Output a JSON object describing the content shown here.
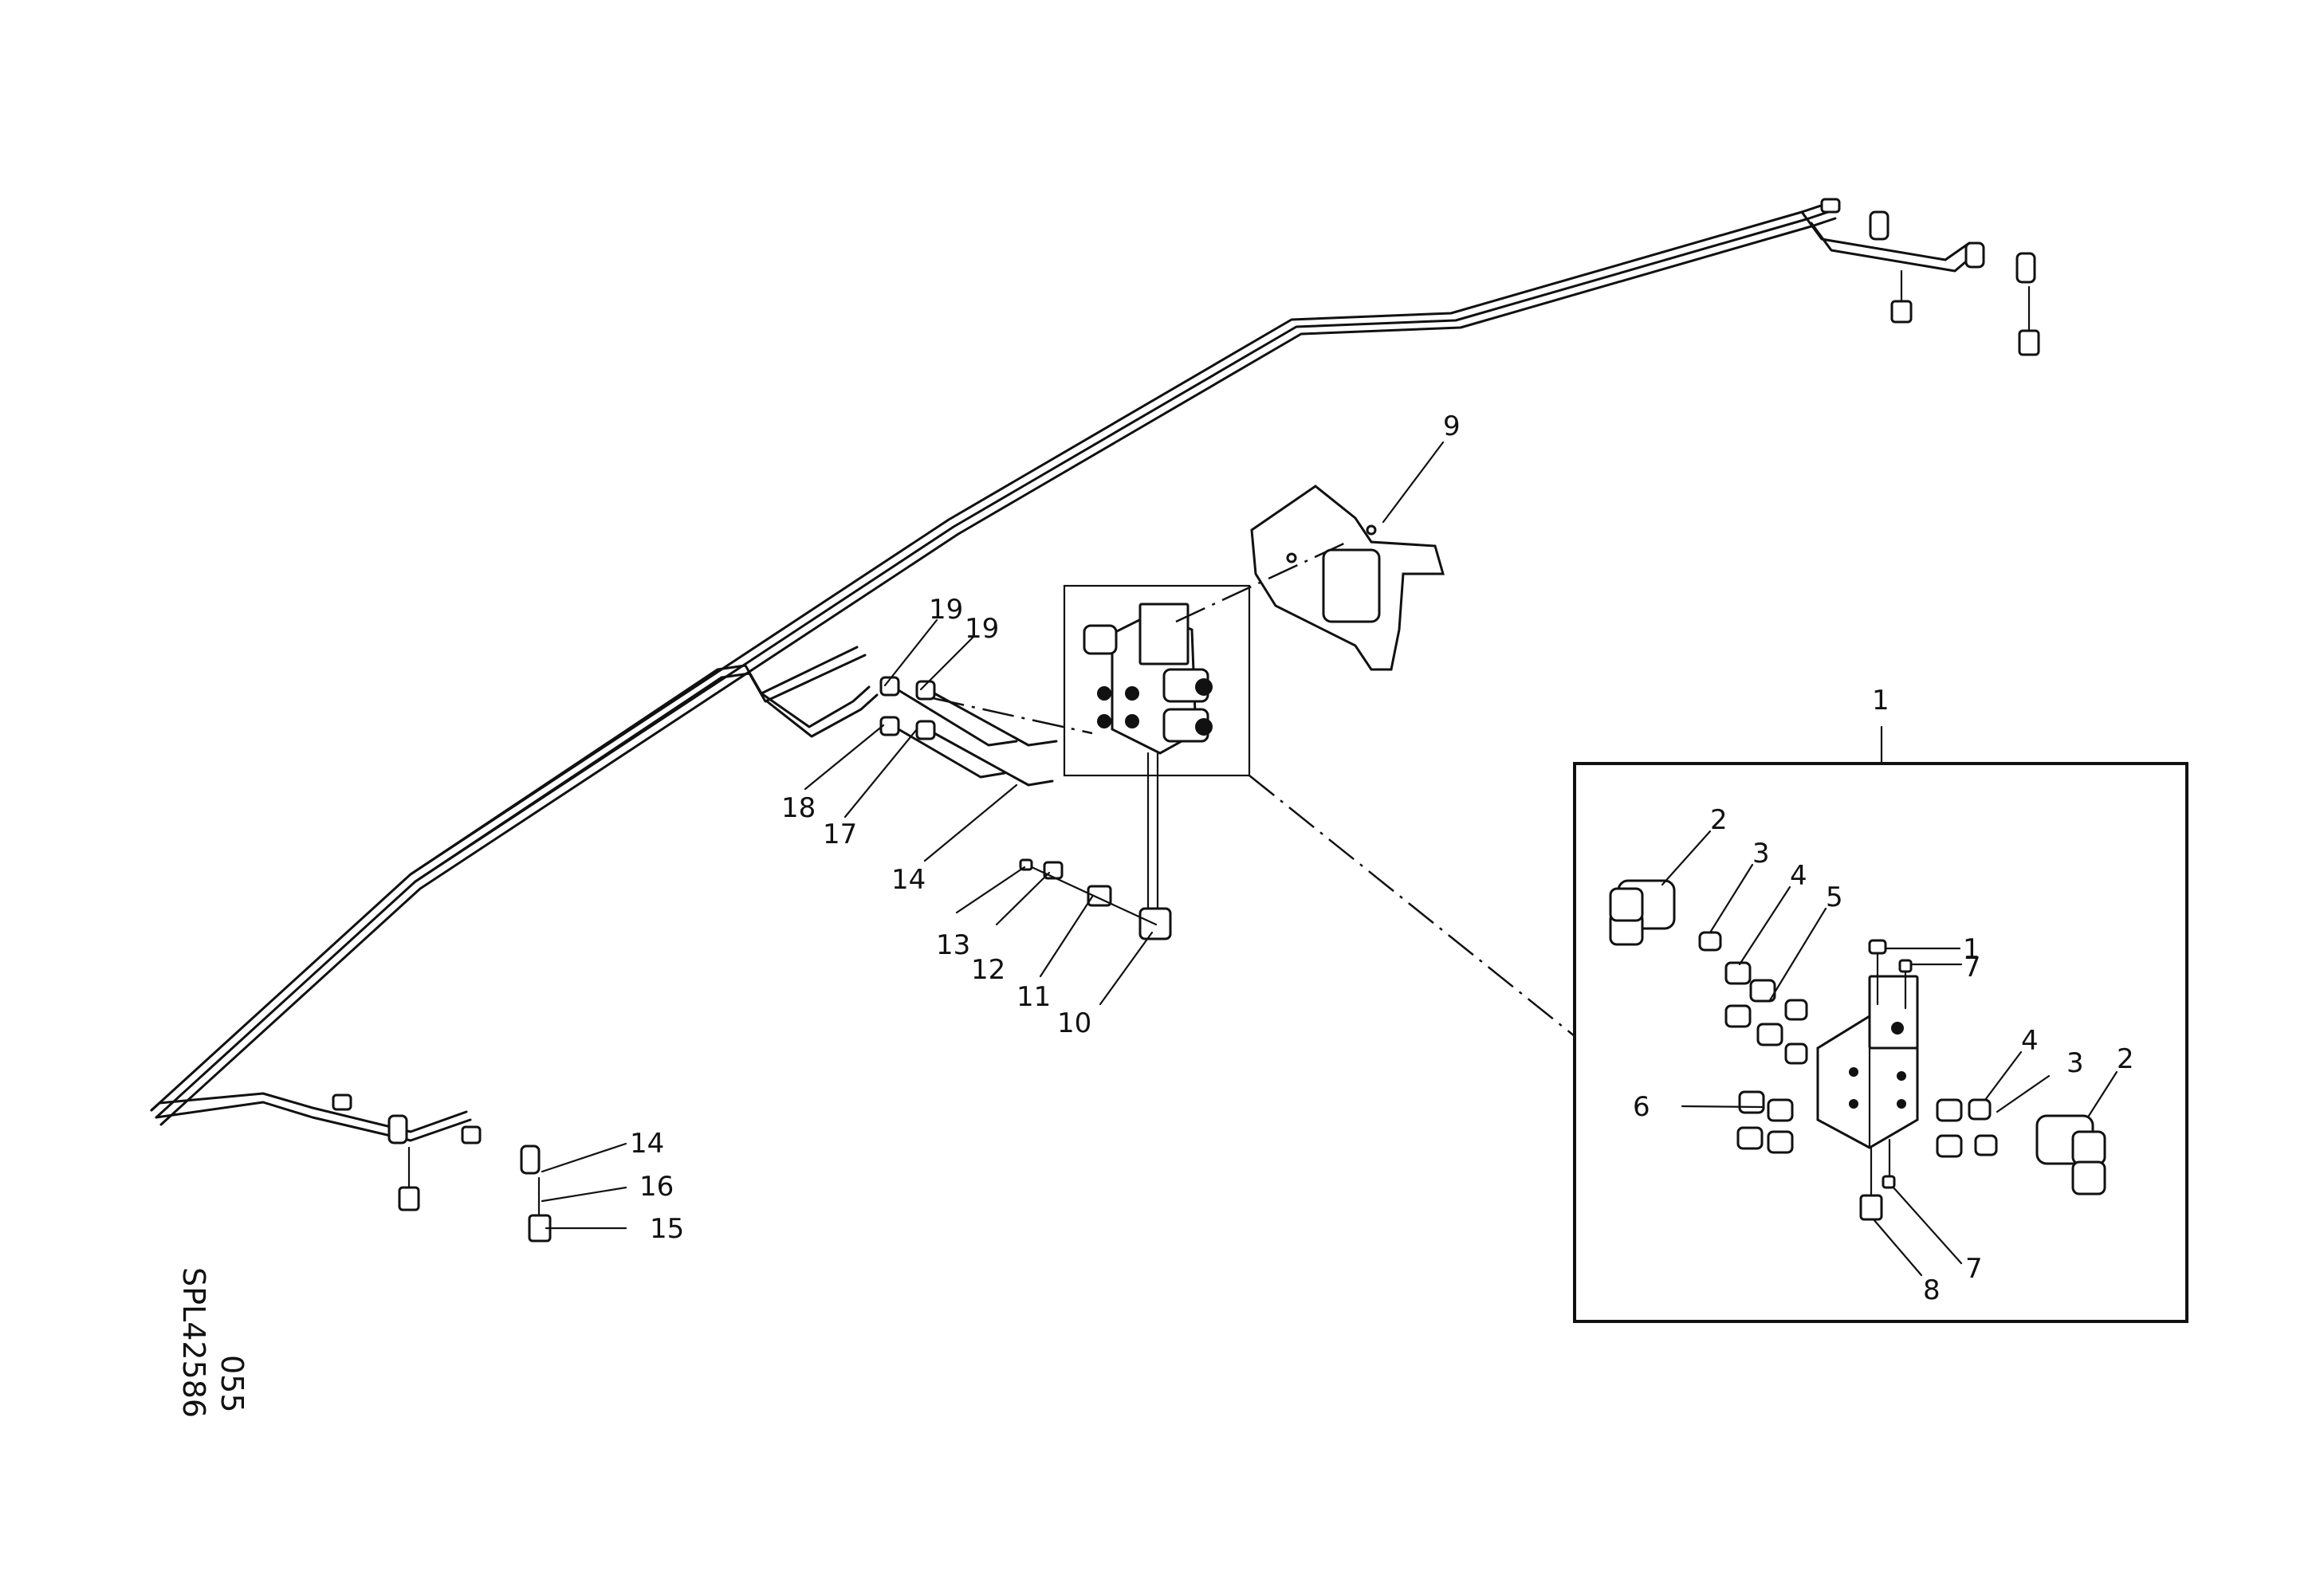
{
  "drawing_code": {
    "line1": "SPL42586",
    "line2": "055"
  },
  "part_labels": [
    "1",
    "2",
    "3",
    "4",
    "5",
    "6",
    "7",
    "8",
    "9",
    "10",
    "11",
    "12",
    "13",
    "14",
    "15",
    "16",
    "17",
    "18",
    "19"
  ],
  "callouts": {
    "main_9": "9",
    "main_19a": "19",
    "main_19b": "19",
    "main_18": "18",
    "main_17": "17",
    "main_14a": "14",
    "main_13": "13",
    "main_12": "12",
    "main_11": "11",
    "main_10": "10",
    "main_14b": "14",
    "main_16": "16",
    "main_15": "15",
    "detail_1_top": "1",
    "detail_2_left": "2",
    "detail_3_left": "3",
    "detail_4_left": "4",
    "detail_5": "5",
    "detail_1_bolt": "1",
    "detail_7_top": "7",
    "detail_4_right": "4",
    "detail_3_right": "3",
    "detail_2_right": "2",
    "detail_6": "6",
    "detail_7_bottom": "7",
    "detail_8": "8"
  }
}
